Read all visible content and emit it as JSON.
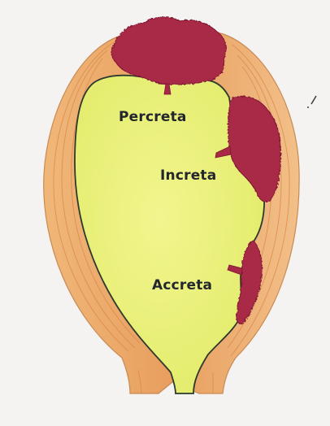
{
  "diagram": {
    "labels": {
      "percreta": "Percreta",
      "increta": "Increta",
      "accreta": "Accreta"
    },
    "colors": {
      "background": "#f4f3f1",
      "uterine_wall": "#eaa866",
      "wall_shadow": "#d98a4c",
      "cavity": "#e9f07c",
      "placenta": "#a82946",
      "placenta_dark": "#7d1632",
      "outline": "#2c3a2e"
    }
  }
}
